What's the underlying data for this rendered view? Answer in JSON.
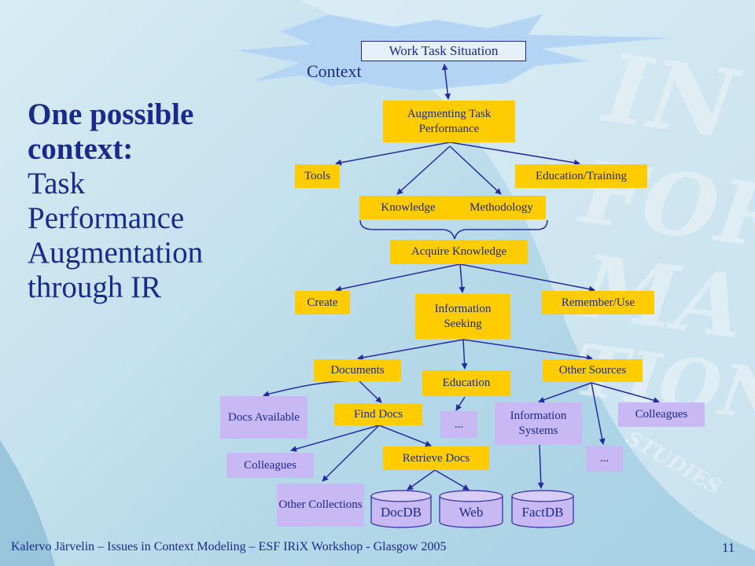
{
  "title": {
    "bold_lines": [
      "One possible",
      "context:"
    ],
    "normal_lines": [
      "Task",
      "Performance",
      "Augmentation",
      "through IR"
    ]
  },
  "context": {
    "work_task": "Work Task Situation",
    "label": "Context"
  },
  "nodes": {
    "augmenting": "Augmenting Task Performance",
    "tools": "Tools",
    "education_training": "Education/Training",
    "knowledge": "Knowledge",
    "methodology": "Methodology",
    "acquire_knowledge": "Acquire Knowledge",
    "create": "Create",
    "information_seeking": "Information Seeking",
    "remember_use": "Remember/Use",
    "documents": "Documents",
    "education": "Education",
    "other_sources": "Other Sources",
    "docs_available": "Docs Available",
    "find_docs": "Find Docs",
    "ellipsis_1": "...",
    "information_systems": "Information Systems",
    "colleagues_right": "Colleagues",
    "colleagues_left": "Colleagues",
    "retrieve_docs": "Retrieve Docs",
    "ellipsis_2": "...",
    "other_collections": "Other Collections"
  },
  "databases": [
    "DocDB",
    "Web",
    "FactDB"
  ],
  "watermark": {
    "lines": [
      "IN",
      "FOR",
      "MA",
      "TION",
      "STUDIES"
    ]
  },
  "colors": {
    "gold_box": "#ffcc00",
    "lavender_box": "#c8b8f4",
    "text": "#1a2a8a",
    "line": "#2a2aa0"
  },
  "footer": {
    "text": "Kalervo Järvelin – Issues in Context Modeling – ESF IRiX Workshop - Glasgow 2005",
    "page": "11"
  }
}
